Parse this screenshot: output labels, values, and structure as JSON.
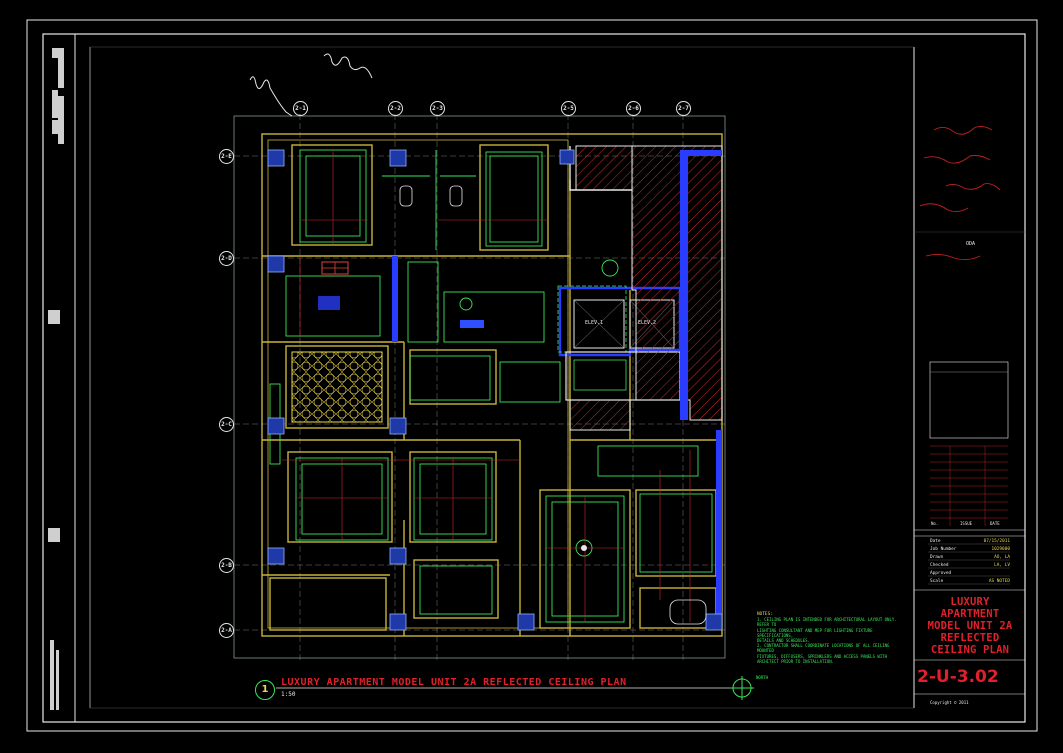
{
  "drawing": {
    "title": "LUXURY APARTMENT MODEL UNIT 2A REFLECTED CEILING PLAN",
    "view_number": "1",
    "scale": "1:50"
  },
  "grid": {
    "columns": [
      "2-1",
      "2-2",
      "2-3",
      "2-5",
      "2-6",
      "2-7"
    ],
    "rows": [
      "2-E",
      "2-D",
      "2-C",
      "2-B",
      "2-A"
    ]
  },
  "elevators": [
    "ELEV.1",
    "ELEV.2"
  ],
  "north": {
    "label": "NORTH"
  },
  "notes": {
    "heading": "NOTES:",
    "items": [
      "1. CEILING PLAN IS INTENDED FOR ARCHITECTURAL LAYOUT ONLY. REFER TO",
      "LIGHTING CONSULTANT AND MEP FOR LIGHTING FIXTURE SPECIFICATIONS,",
      "DETAILS AND SCHEDULES.",
      "2. CONTRACTOR SHALL COORDINATE LOCATIONS OF ALL CEILING MOUNTED",
      "FIXTURES, DIFFUSERS, SPRINKLERS AND ACCESS PANELS WITH",
      "ARCHITECT PRIOR TO INSTALLATION."
    ]
  },
  "title_block": {
    "project_title": [
      "LUXURY APARTMENT",
      "MODEL UNIT 2A",
      "REFLECTED",
      "CEILING PLAN"
    ],
    "sheet_number": "2-U-3.02",
    "info": [
      {
        "k": "Date",
        "v": "07/15/2011"
      },
      {
        "k": "Job Number",
        "v": "1029000"
      },
      {
        "k": "Drawn",
        "v": "AO, LA"
      },
      {
        "k": "Checked",
        "v": "LA, LV"
      },
      {
        "k": "Approved",
        "v": ""
      },
      {
        "k": "Scale",
        "v": "AS NOTED"
      }
    ],
    "revision_header": {
      "no": "No.",
      "desc": "ISSUE",
      "date": "DATE"
    },
    "client": "ODA",
    "copyright": "Copyright © 2011"
  },
  "colors": {
    "background": "#000000",
    "frame": "#e8e8e8",
    "title_red": "#e0202a",
    "annotation_green": "#39e65a",
    "wall_yellow": "#c8b43a",
    "blue": "#2a3cff",
    "magenta": "#c02ac0"
  }
}
